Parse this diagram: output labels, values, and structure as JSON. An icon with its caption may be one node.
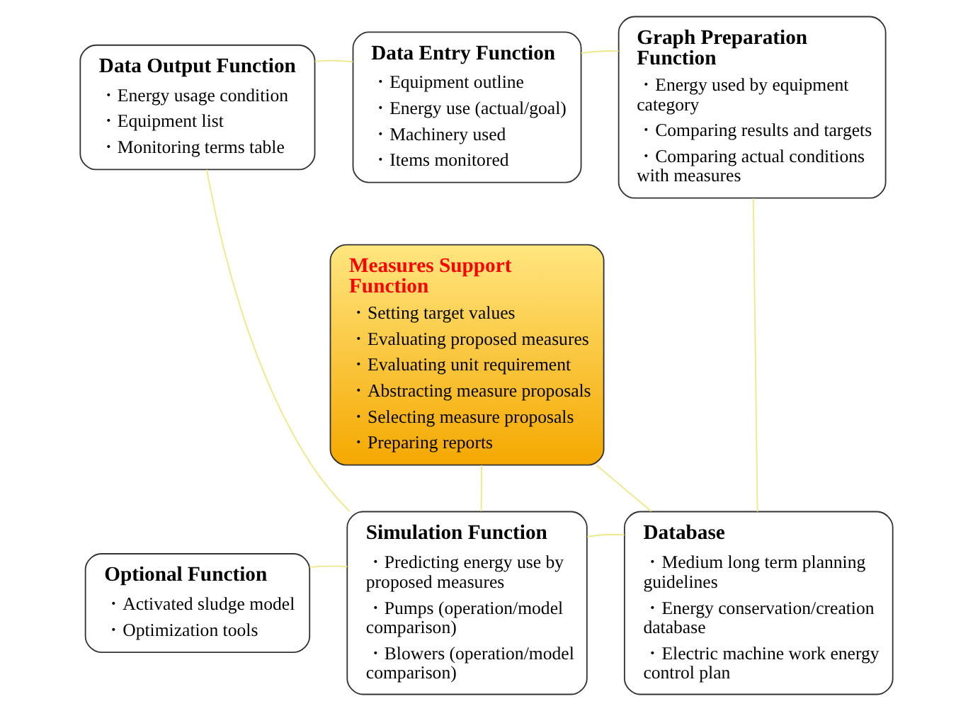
{
  "diagram": {
    "nodes": [
      {
        "text": [
          "Data Entry Function",
          "・Equipment outline",
          "・Energy use (actual/goal)",
          "・Machinery used",
          "・Items monitored"
        ]
      },
      {
        "text": [
          "Graph Preparation Function",
          "・Energy used by equipment category",
          "・Comparing results and targets",
          "・Comparing actual conditions with measures"
        ]
      },
      {
        "text": [
          "Data Output Function",
          "・Energy usage condition",
          "・Equipment list",
          "・Monitoring terms table"
        ]
      },
      {
        "text": [
          "Measures Support Function",
          "・Setting target values",
          "・Evaluating proposed measures",
          "・Evaluating unit requirement",
          "・Abstracting measure proposals",
          "・Selecting measure proposals",
          "・Preparing reports"
        ]
      },
      {
        "text": [
          "Optional Function",
          "・Activated sludge model",
          "・Optimization tools"
        ]
      },
      {
        "text": [
          "Simulation Function",
          "・Predicting energy use by proposed measures",
          "・Pumps (operation/model comparison)",
          "・Blowers (operation/model comparison)"
        ]
      },
      {
        "text": [
          "Database",
          "・Medium long term planning guidelines",
          "・Energy conservation/creation database",
          "・Electric machine work energy control plan"
        ]
      }
    ],
    "edges": [
      {
        "from": 2,
        "to": 0,
        "arrow": "none"
      },
      {
        "from": 0,
        "to": 1,
        "arrow": "none"
      },
      {
        "from": 1,
        "to": 6,
        "arrow": "none"
      },
      {
        "from": 5,
        "to": 6,
        "arrow": "none"
      },
      {
        "from": 2,
        "to": 5,
        "arrow": "none"
      },
      {
        "from": 3,
        "to": 6,
        "arrow": "none"
      },
      {
        "from": 3,
        "to": 5,
        "arrow": "none"
      },
      {
        "from": 4,
        "to": 5,
        "arrow": "none"
      }
    ]
  }
}
